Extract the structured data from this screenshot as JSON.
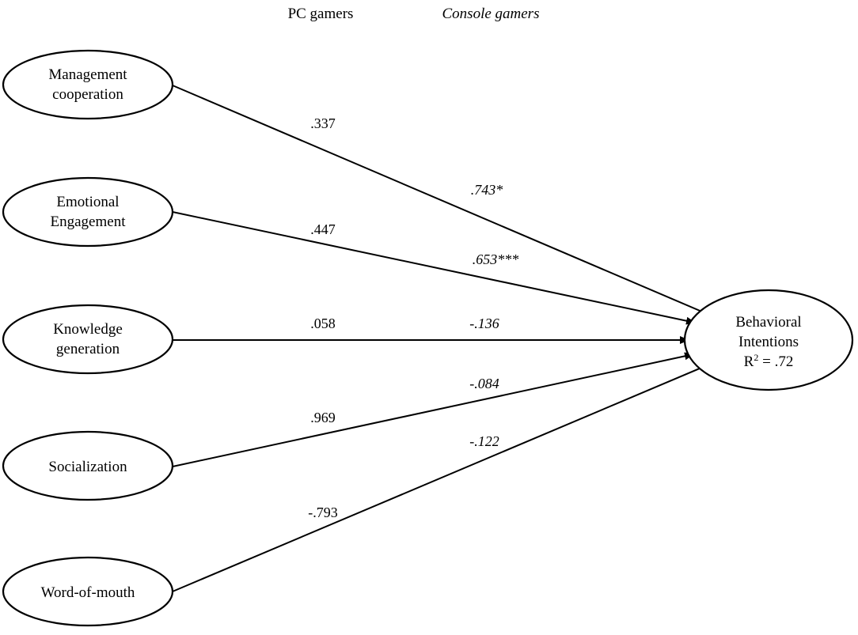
{
  "legend": {
    "pc": "PC gamers",
    "console": "Console gamers"
  },
  "nodes": {
    "management": {
      "lines": [
        "Management",
        "cooperation"
      ]
    },
    "emotional": {
      "lines": [
        "Emotional",
        "Engagement"
      ]
    },
    "knowledge": {
      "lines": [
        "Knowledge",
        "generation"
      ]
    },
    "socialization": {
      "lines": [
        "Socialization"
      ]
    },
    "wom": {
      "lines": [
        "Word-of-mouth"
      ]
    },
    "behavioral": {
      "lines": [
        "Behavioral",
        "Intentions"
      ],
      "r2_label": "R",
      "r2_sup": "2",
      "r2_value": " = .72"
    }
  },
  "paths": {
    "management": {
      "pc": ".337",
      "console": ".743*"
    },
    "emotional": {
      "pc": ".447",
      "console": ".653***"
    },
    "knowledge": {
      "pc": ".058",
      "console": "-.136"
    },
    "socialization": {
      "pc": ".969",
      "console": "-.084"
    },
    "wom": {
      "pc": "-.793",
      "console": "-.122"
    }
  }
}
